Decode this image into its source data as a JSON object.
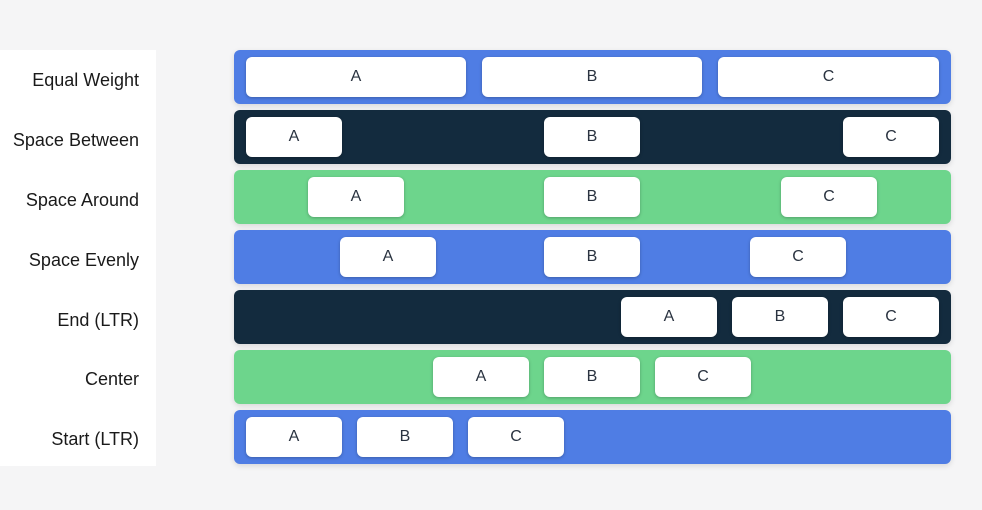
{
  "rows": [
    {
      "label": "Equal Weight",
      "items": [
        "A",
        "B",
        "C"
      ]
    },
    {
      "label": "Space Between",
      "items": [
        "A",
        "B",
        "C"
      ]
    },
    {
      "label": "Space Around",
      "items": [
        "A",
        "B",
        "C"
      ]
    },
    {
      "label": "Space Evenly",
      "items": [
        "A",
        "B",
        "C"
      ]
    },
    {
      "label": "End (LTR)",
      "items": [
        "A",
        "B",
        "C"
      ]
    },
    {
      "label": "Center",
      "items": [
        "A",
        "B",
        "C"
      ]
    },
    {
      "label": "Start (LTR)",
      "items": [
        "A",
        "B",
        "C"
      ]
    }
  ],
  "colors": {
    "blue": "#4f7de4",
    "navy": "#132b3e",
    "green": "#6dd58c",
    "chip": "#ffffff",
    "background": "#f5f5f6"
  }
}
